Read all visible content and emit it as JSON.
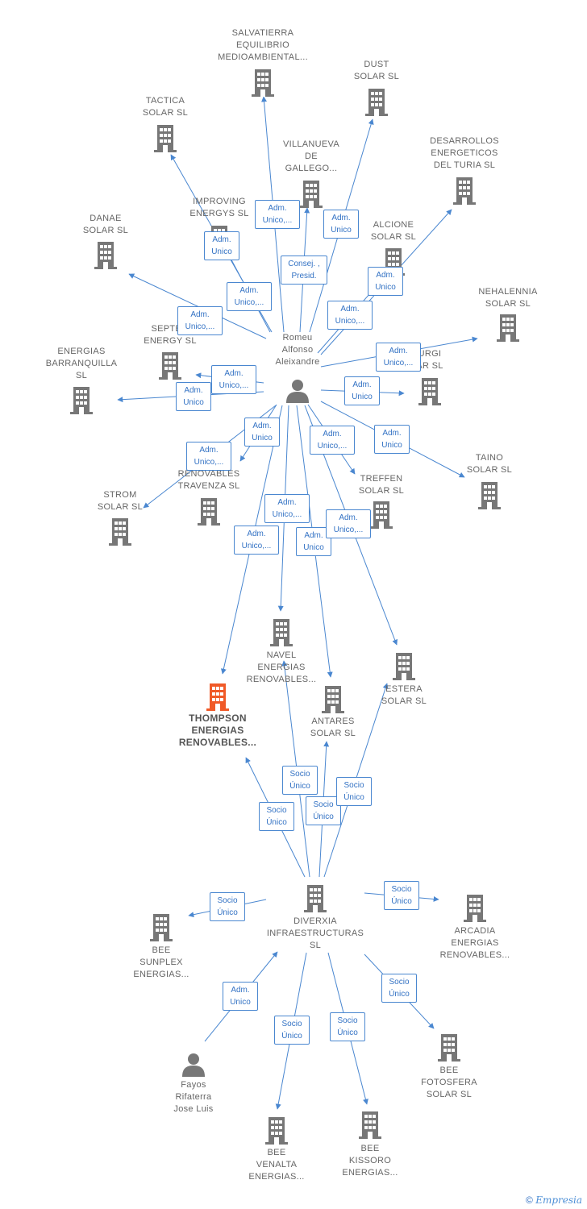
{
  "colors": {
    "edge": "#4a87d0",
    "node": "#777777",
    "highlight": "#f05a28"
  },
  "nodes": [
    {
      "id": "salvatierra",
      "label": "SALVATIERRA\nEQUILIBRIO\nMEDIOAMBIENTAL...",
      "icon": "building-icon"
    },
    {
      "id": "dust",
      "label": "DUST\nSOLAR SL",
      "icon": "building-icon"
    },
    {
      "id": "tactica",
      "label": "TACTICA\nSOLAR SL",
      "icon": "building-icon"
    },
    {
      "id": "villanueva",
      "label": "VILLANUEVA\nDE\nGALLEGO...",
      "icon": "building-icon"
    },
    {
      "id": "desarrollos",
      "label": "DESARROLLOS\nENERGETICOS\nDEL TURIA SL",
      "icon": "building-icon"
    },
    {
      "id": "improving",
      "label": "IMPROVING\nENERGYS SL",
      "icon": "building-icon"
    },
    {
      "id": "danae",
      "label": "DANAE\nSOLAR SL",
      "icon": "building-icon"
    },
    {
      "id": "alcione",
      "label": "ALCIONE\nSOLAR SL",
      "icon": "building-icon"
    },
    {
      "id": "nehalennia",
      "label": "NEHALENNIA\nSOLAR SL",
      "icon": "building-icon"
    },
    {
      "id": "septem",
      "label": "SEPTEM\nENERGY SL",
      "icon": "building-icon"
    },
    {
      "id": "energias_barranquilla",
      "label": "ENERGIAS\nBARRANQUILLA\nSL",
      "icon": "building-icon"
    },
    {
      "id": "urgi",
      "label": "URGI\nAR SL",
      "icon": "building-icon"
    },
    {
      "id": "romeu",
      "label": "Romeu\nAlfonso\nAleixandre",
      "icon": "person-icon"
    },
    {
      "id": "taino",
      "label": "TAINO\nSOLAR SL",
      "icon": "building-icon"
    },
    {
      "id": "travenza",
      "label": "RENOVABLES\nTRAVENZA SL",
      "icon": "building-icon"
    },
    {
      "id": "treffen",
      "label": "TREFFEN\nSOLAR SL",
      "icon": "building-icon"
    },
    {
      "id": "strom",
      "label": "STROM\nSOLAR SL",
      "icon": "building-icon"
    },
    {
      "id": "navel",
      "label": "NAVEL\nENERGIAS\nRENOVABLES...",
      "icon": "building-icon"
    },
    {
      "id": "estera",
      "label": "ESTERA\nSOLAR SL",
      "icon": "building-icon"
    },
    {
      "id": "thompson",
      "label": "THOMPSON\nENERGIAS\nRENOVABLES...",
      "icon": "building-icon",
      "main": true
    },
    {
      "id": "antares",
      "label": "ANTARES\nSOLAR SL",
      "icon": "building-icon"
    },
    {
      "id": "diverxia",
      "label": "DIVERXIA\nINFRAESTRUCTURAS\nSL",
      "icon": "building-icon"
    },
    {
      "id": "bee_sunplex",
      "label": "BEE\nSUNPLEX\nENERGIAS...",
      "icon": "building-icon"
    },
    {
      "id": "arcadia",
      "label": "ARCADIA\nENERGIAS\nRENOVABLES...",
      "icon": "building-icon"
    },
    {
      "id": "fayos",
      "label": "Fayos\nRifaterra\nJose Luis",
      "icon": "person-icon"
    },
    {
      "id": "bee_fotosfera",
      "label": "BEE\nFOTOSFERA\nSOLAR SL",
      "icon": "building-icon"
    },
    {
      "id": "bee_venalta",
      "label": "BEE\nVENALTA\nENERGIAS...",
      "icon": "building-icon"
    },
    {
      "id": "bee_kissoro",
      "label": "BEE\nKISSORO\nENERGIAS...",
      "icon": "building-icon"
    }
  ],
  "edges": [
    {
      "from": "romeu",
      "to": "salvatierra",
      "label": "Adm.\nUnico,..."
    },
    {
      "from": "romeu",
      "to": "dust",
      "label": "Adm.\nUnico"
    },
    {
      "from": "romeu",
      "to": "tactica",
      "label": "Adm.\nUnico"
    },
    {
      "from": "romeu",
      "to": "villanueva",
      "label": "Consej. ,\nPresid."
    },
    {
      "from": "romeu",
      "to": "improving",
      "label": "Adm.\nUnico,..."
    },
    {
      "from": "romeu",
      "to": "desarrollos",
      "label": "Adm.\nUnico"
    },
    {
      "from": "romeu",
      "to": "danae",
      "label": "Adm.\nUnico,..."
    },
    {
      "from": "romeu",
      "to": "alcione",
      "label": "Adm.\nUnico,..."
    },
    {
      "from": "romeu",
      "to": "nehalennia",
      "label": "Adm.\nUnico,..."
    },
    {
      "from": "romeu",
      "to": "septem",
      "label": "Adm.\nUnico,..."
    },
    {
      "from": "romeu",
      "to": "energias_barranquilla",
      "label": "Adm.\nUnico"
    },
    {
      "from": "romeu",
      "to": "urgi",
      "label": "Adm.\nUnico"
    },
    {
      "from": "romeu",
      "to": "taino",
      "label": "Adm.\nUnico"
    },
    {
      "from": "romeu",
      "to": "travenza",
      "label": "Adm.\nUnico"
    },
    {
      "from": "romeu",
      "to": "strom",
      "label": "Adm.\nUnico,..."
    },
    {
      "from": "romeu",
      "to": "treffen",
      "label": "Adm.\nUnico,..."
    },
    {
      "from": "romeu",
      "to": "navel",
      "label": "Adm.\nUnico,..."
    },
    {
      "from": "romeu",
      "to": "thompson",
      "label": "Adm.\nUnico,..."
    },
    {
      "from": "romeu",
      "to": "antares",
      "label": "Adm.\nUnico"
    },
    {
      "from": "romeu",
      "to": "estera",
      "label": "Adm.\nUnico,..."
    },
    {
      "from": "diverxia",
      "to": "thompson",
      "label": "Socio\nÚnico"
    },
    {
      "from": "diverxia",
      "to": "navel",
      "label": "Socio\nÚnico"
    },
    {
      "from": "diverxia",
      "to": "antares",
      "label": "Socio\nÚnico"
    },
    {
      "from": "diverxia",
      "to": "estera",
      "label": "Socio\nÚnico"
    },
    {
      "from": "diverxia",
      "to": "bee_sunplex",
      "label": "Socio\nÚnico"
    },
    {
      "from": "diverxia",
      "to": "arcadia",
      "label": "Socio\nÚnico"
    },
    {
      "from": "fayos",
      "to": "diverxia",
      "label": "Adm.\nUnico"
    },
    {
      "from": "diverxia",
      "to": "bee_fotosfera",
      "label": "Socio\nÚnico"
    },
    {
      "from": "diverxia",
      "to": "bee_venalta",
      "label": "Socio\nÚnico"
    },
    {
      "from": "diverxia",
      "to": "bee_kissoro",
      "label": "Socio\nÚnico"
    }
  ],
  "footer": {
    "copyright": "©",
    "brand": "Empresia"
  }
}
